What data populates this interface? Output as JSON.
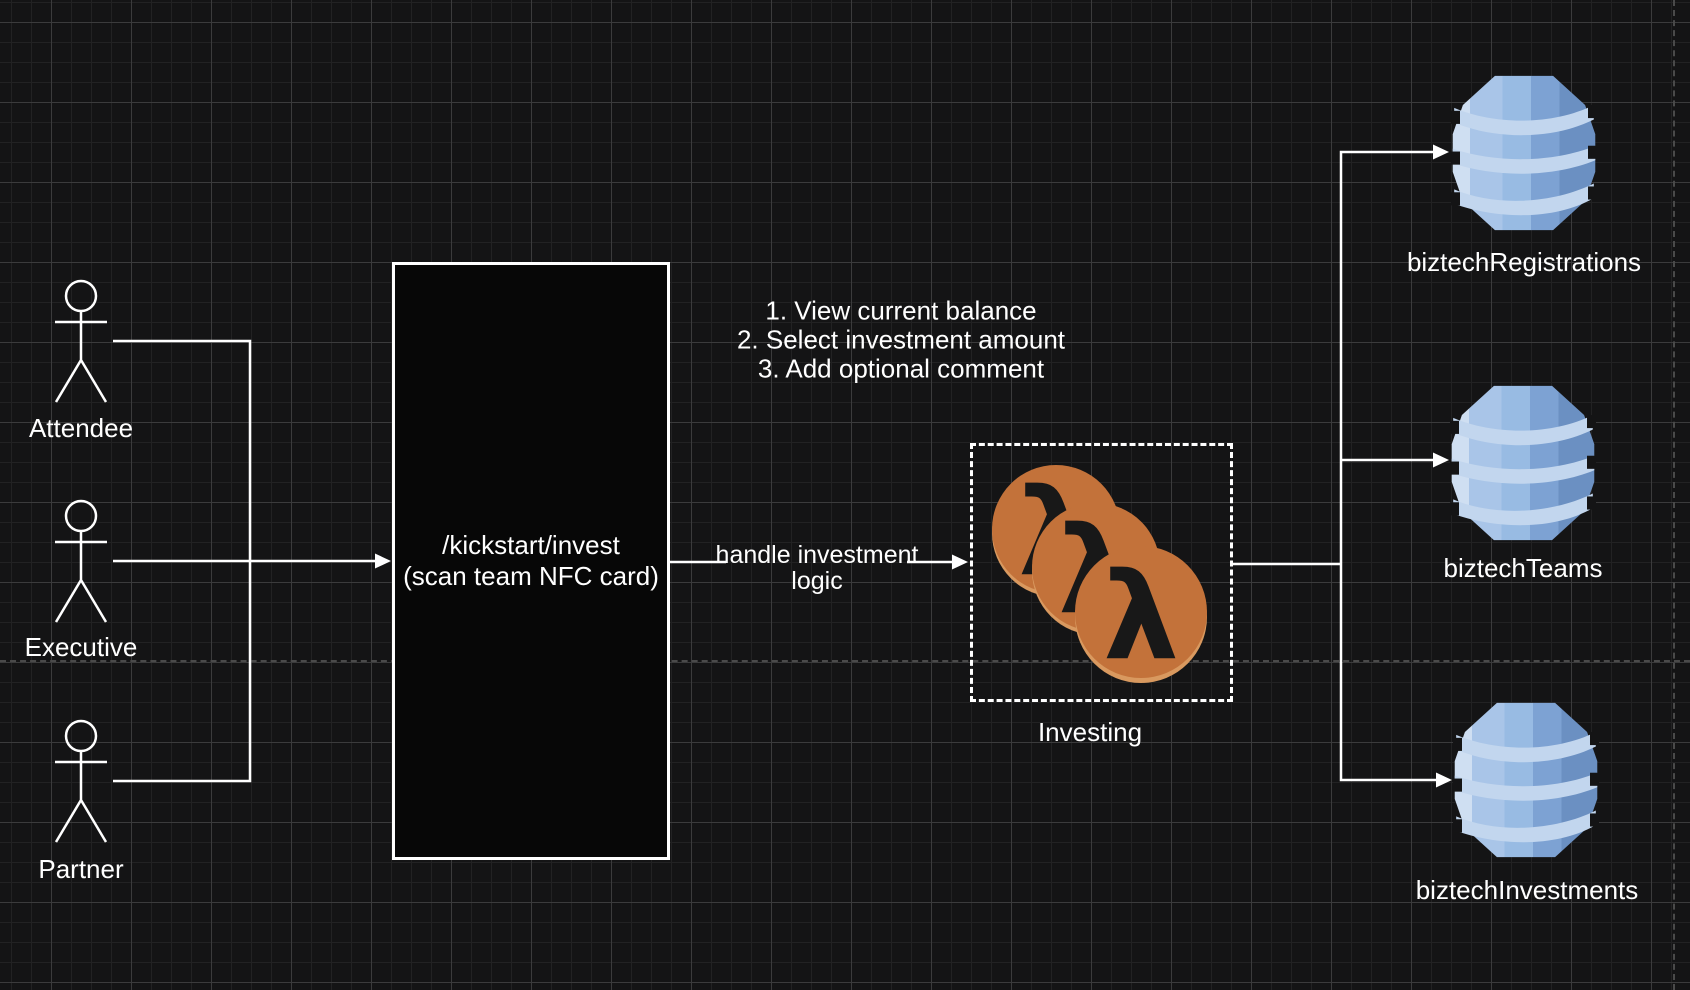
{
  "diagram": {
    "actors": [
      {
        "label": "Attendee"
      },
      {
        "label": "Executive"
      },
      {
        "label": "Partner"
      }
    ],
    "endpoint_box": {
      "line1": "/kickstart/invest",
      "line2": "(scan team NFC card)"
    },
    "steps_note": {
      "line1": "1. View current balance",
      "line2": "2. Select investment amount",
      "line3": "3. Add optional comment"
    },
    "edge_label": {
      "line1": "handle investment",
      "line2": "logic"
    },
    "lambda_group": {
      "caption": "Investing",
      "glyph": "λ"
    },
    "tables": [
      {
        "label": "biztechRegistrations"
      },
      {
        "label": "biztechTeams"
      },
      {
        "label": "biztechInvestments"
      }
    ],
    "colors": {
      "background": "#141415",
      "grid_minor": "#222223",
      "grid_major": "#3b3b3c",
      "page_divider": "#4a4a4a",
      "line_white": "#ffffff",
      "process_box_fill": "#070707",
      "lambda_orange": "#c3723a",
      "lambda_rim": "#d9995f",
      "lambda_glyph": "#181818",
      "dynamodb_light": "#cfdff2",
      "dynamodb_mid": "#98bbe3",
      "dynamodb_dark": "#6b90c2",
      "dynamodb_band": "#c2d6ee"
    }
  }
}
